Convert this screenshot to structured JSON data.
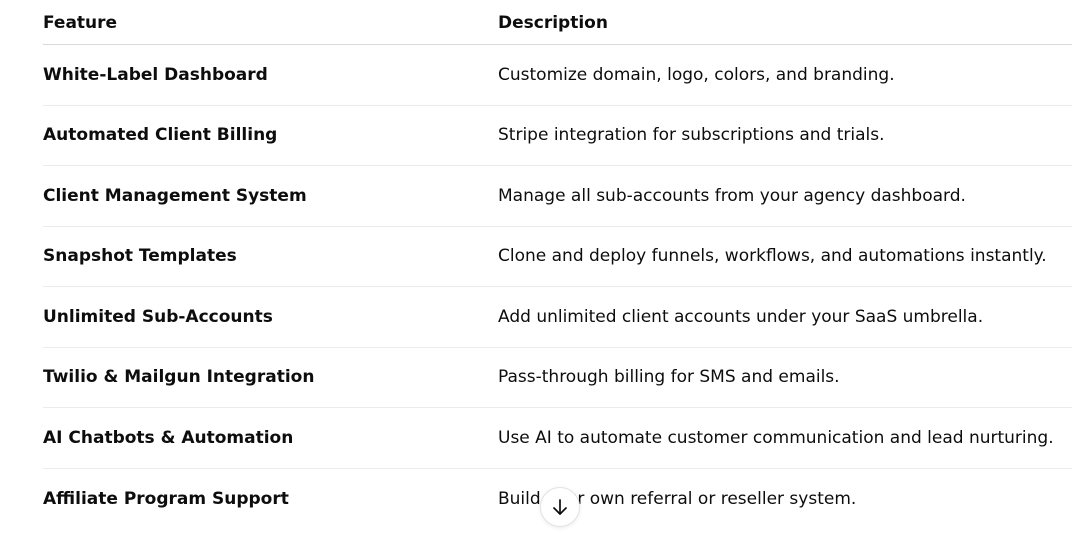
{
  "table": {
    "headers": {
      "feature": "Feature",
      "description": "Description"
    },
    "rows": [
      {
        "feature": "White-Label Dashboard",
        "description": "Customize domain, logo, colors, and branding."
      },
      {
        "feature": "Automated Client Billing",
        "description": "Stripe integration for subscriptions and trials."
      },
      {
        "feature": "Client Management System",
        "description": "Manage all sub-accounts from your agency dashboard."
      },
      {
        "feature": "Snapshot Templates",
        "description": "Clone and deploy funnels, workflows, and automations instantly."
      },
      {
        "feature": "Unlimited Sub-Accounts",
        "description": "Add unlimited client accounts under your SaaS umbrella."
      },
      {
        "feature": "Twilio & Mailgun Integration",
        "description": "Pass-through billing for SMS and emails."
      },
      {
        "feature": "AI Chatbots & Automation",
        "description": "Use AI to automate customer communication and lead nurturing."
      },
      {
        "feature": "Affiliate Program Support",
        "description": "Build your own referral or reseller system."
      }
    ]
  },
  "scroll_button": {
    "icon": "arrow-down-icon"
  }
}
